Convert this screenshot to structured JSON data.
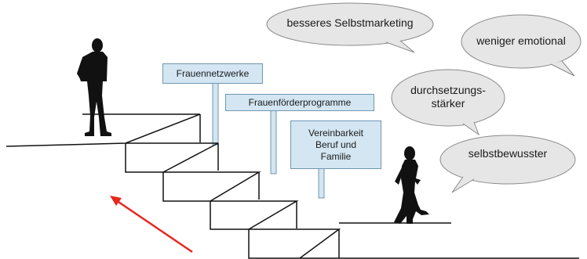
{
  "signs": {
    "networks": "Frauennetzwerke",
    "programs": "Frauenförderprogramme",
    "compatibility": [
      "Vereinbarkeit",
      "Beruf und",
      "Familie"
    ]
  },
  "bubbles": {
    "self_marketing": "besseres Selbstmarketing",
    "less_emotional": "weniger emotional",
    "assertive": [
      "durchsetzungs-",
      "stärker"
    ],
    "confident": "selbstbewusster"
  },
  "colors": {
    "sign_fill": "#d3e6f2",
    "sign_border": "#6f97b3",
    "bubble_fill": "#e6e6e6",
    "arrow": "#e8251f",
    "silhouette": "#111111"
  },
  "icons": [
    "man-silhouette",
    "woman-silhouette",
    "red-arrow"
  ]
}
